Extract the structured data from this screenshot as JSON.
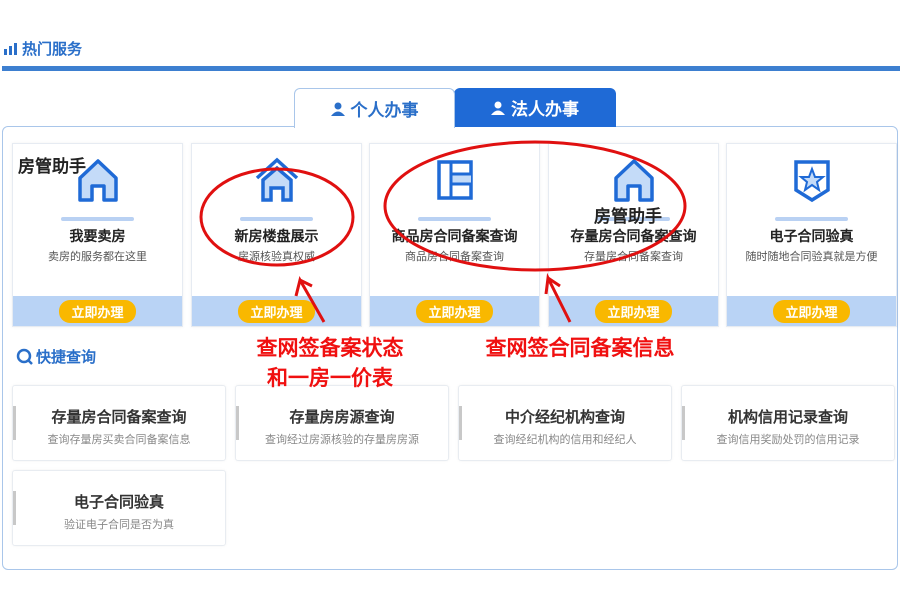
{
  "section": {
    "title": "热门服务",
    "icon": "bar-chart-icon"
  },
  "tabs": [
    {
      "label": "个人办事",
      "active": true
    },
    {
      "label": "法人办事",
      "active": false
    }
  ],
  "cards": [
    {
      "title": "我要卖房",
      "subtitle": "卖房的服务都在这里",
      "icon": "house-icon",
      "button": "立即办理"
    },
    {
      "title": "新房楼盘展示",
      "subtitle": "房源核验真权威",
      "icon": "house-roof-icon",
      "button": "立即办理"
    },
    {
      "title": "商品房合同备案查询",
      "subtitle": "商品房合同备案查询",
      "icon": "building-icon",
      "button": "立即办理"
    },
    {
      "title": "存量房合同备案查询",
      "subtitle": "存量房合同备案查询",
      "icon": "house-icon",
      "button": "立即办理"
    },
    {
      "title": "电子合同验真",
      "subtitle": "随时随地合同验真就是方便",
      "icon": "shield-star-icon",
      "button": "立即办理"
    }
  ],
  "quick": {
    "title": "快捷查询",
    "items": [
      {
        "title": "存量房合同备案查询",
        "subtitle": "查询存量房买卖合同备案信息"
      },
      {
        "title": "存量房房源查询",
        "subtitle": "查询经过房源核验的存量房房源"
      },
      {
        "title": "中介经纪机构查询",
        "subtitle": "查询经纪机构的信用和经纪人"
      },
      {
        "title": "机构信用记录查询",
        "subtitle": "查询信用奖励处罚的信用记录"
      },
      {
        "title": "电子合同验真",
        "subtitle": "验证电子合同是否为真"
      }
    ]
  },
  "annotations": {
    "left_line1": "查网签备案状态",
    "left_line2": "和一房一价表",
    "right": "查网签合同备案信息",
    "color": "#f01010"
  },
  "watermark": "房管助手"
}
